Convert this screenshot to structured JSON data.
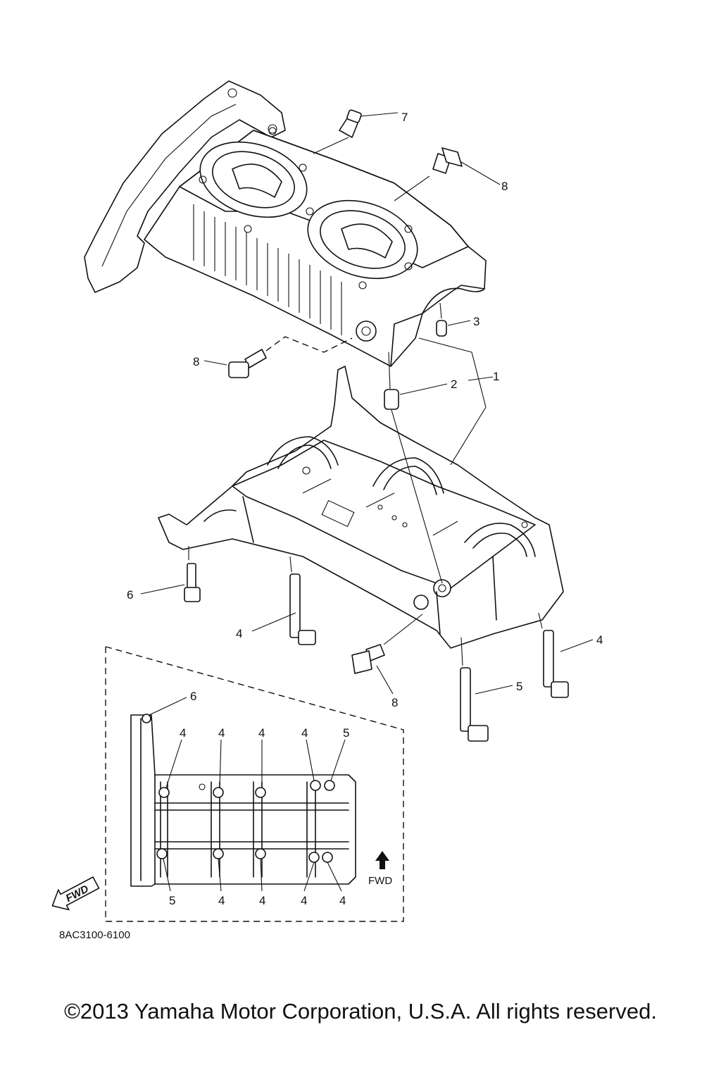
{
  "callouts": {
    "n1": "1",
    "n2": "2",
    "n3": "3",
    "n4a": "4",
    "n4b": "4",
    "n5": "5",
    "n6": "6",
    "n7": "7",
    "n8a": "8",
    "n8b": "8",
    "n8c": "8"
  },
  "inset": {
    "labels_top": [
      "6",
      "4",
      "4",
      "4",
      "4",
      "5"
    ],
    "labels_bottom": [
      "5",
      "4",
      "4",
      "4",
      "4"
    ],
    "fwd_label": "FWD"
  },
  "direction_badge": "FWD",
  "drawing_code": "8AC3100-6100",
  "copyright": "©2013 Yamaha Motor Corporation, U.S.A. All rights reserved.",
  "colors": {
    "line": "#111111",
    "background": "#ffffff"
  }
}
